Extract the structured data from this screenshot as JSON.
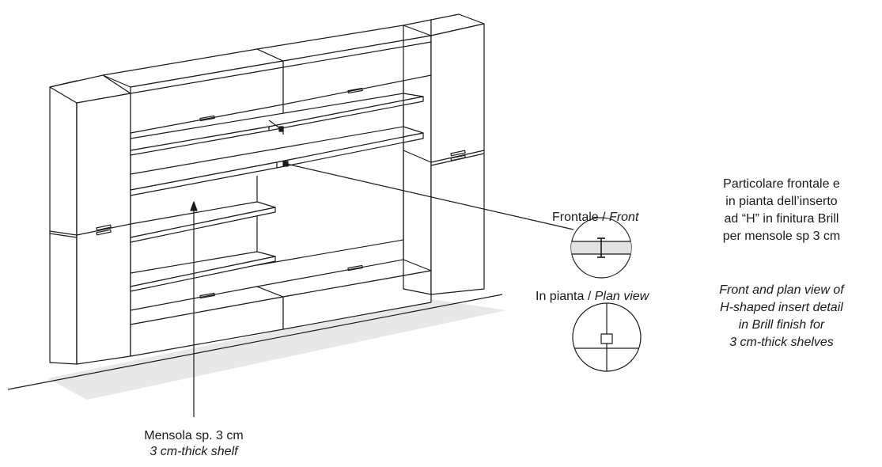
{
  "labels": {
    "frontale": "Frontale /",
    "front": "Front",
    "in_pianta": "In pianta /",
    "plan_view": "Plan view",
    "shelf_it": "Mensola sp. 3 cm",
    "shelf_en": "3 cm-thick shelf"
  },
  "description_it": [
    "Particolare frontale e",
    "in pianta dell’inserto",
    "ad “H” in finitura Brill",
    "per mensole sp 3 cm"
  ],
  "description_en": [
    "Front and plan view of",
    "H-shaped insert detail",
    "in Brill finish for",
    "3 cm-thick shelves"
  ],
  "colors": {
    "line": "#1a1a1a",
    "shadow": "#e8e8e8",
    "detail_fill": "#e2e2e2"
  }
}
